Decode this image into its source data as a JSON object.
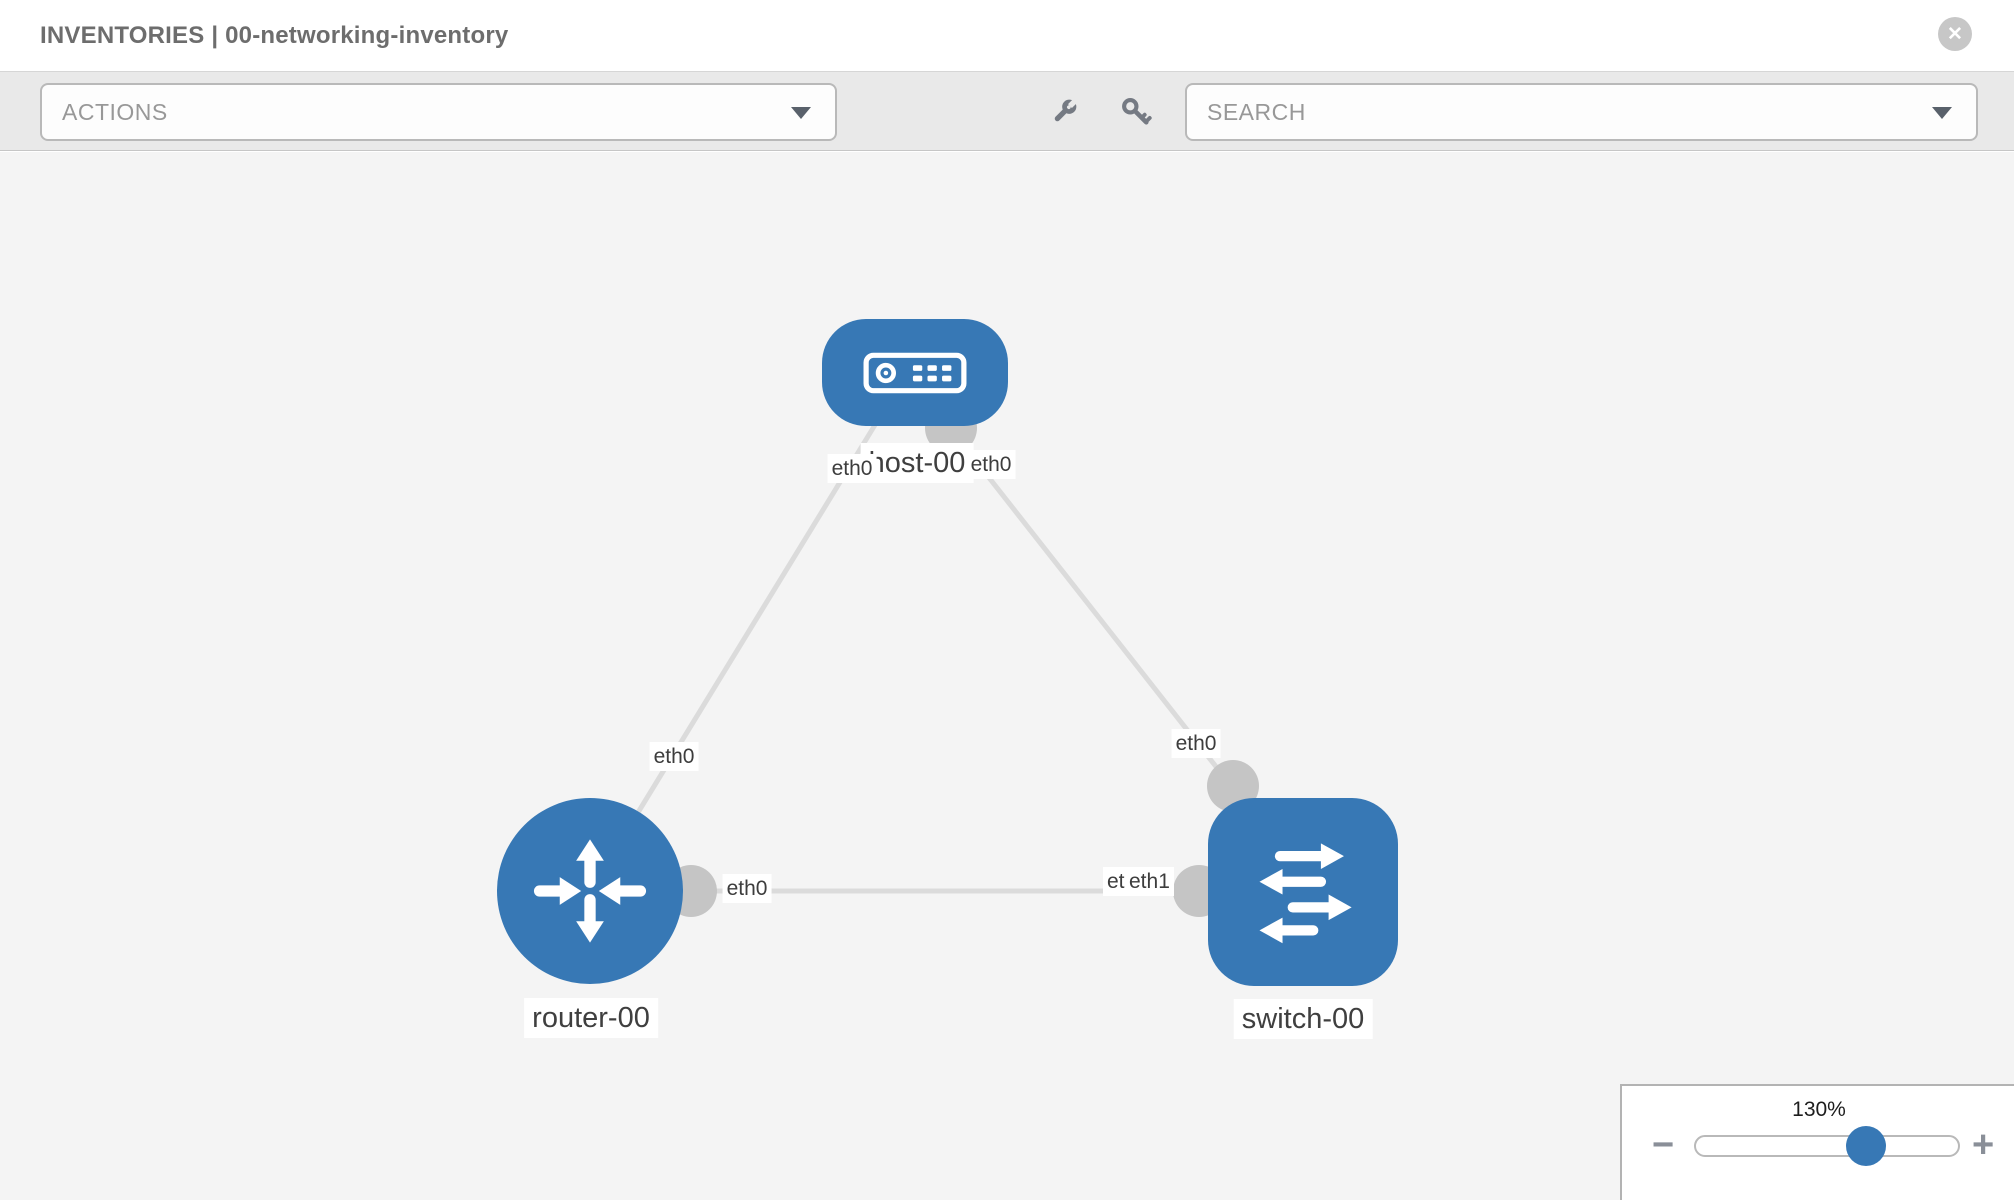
{
  "header": {
    "title": "INVENTORIES | 00-networking-inventory",
    "close_glyph": "✕"
  },
  "toolbar": {
    "actions_label": "ACTIONS",
    "search_label": "SEARCH"
  },
  "canvas": {
    "nodes": [
      {
        "label": "host-00",
        "type": "host"
      },
      {
        "label": "router-00",
        "type": "router"
      },
      {
        "label": "switch-00",
        "type": "switch"
      }
    ],
    "links": [
      {
        "from": "host-00",
        "from_interface": "eth0",
        "to": "router-00",
        "to_interface": "eth0"
      },
      {
        "from": "host-00",
        "from_interface": "eth0",
        "to": "switch-00",
        "to_interface": "eth0"
      },
      {
        "from": "router-00",
        "from_interface": "eth0",
        "to": "switch-00",
        "to_interface": "eth1"
      }
    ],
    "interface_labels": [
      {
        "text": "eth0",
        "at": "host-00 bottom-left"
      },
      {
        "text": "eth0",
        "at": "host-00 bottom-right"
      },
      {
        "text": "eth0",
        "at": "link near router-00 top"
      },
      {
        "text": "eth0",
        "at": "router-00 right port"
      },
      {
        "text": "eth0",
        "at": "switch-00 top port"
      },
      {
        "text": "eth0",
        "at": "switch-00 left port, partially covered"
      },
      {
        "text": "eth1",
        "at": "switch-00 left port"
      }
    ]
  },
  "zoom_control": {
    "level": "130%",
    "minus_glyph": "−",
    "plus_glyph": "+"
  },
  "colors": {
    "node_blue": "#3778b5",
    "link_gray": "#dbdbdb",
    "port_gray": "#c5c5c5",
    "canvas_bg": "#f4f4f4",
    "toolbar_bg": "#e9e9e9"
  }
}
